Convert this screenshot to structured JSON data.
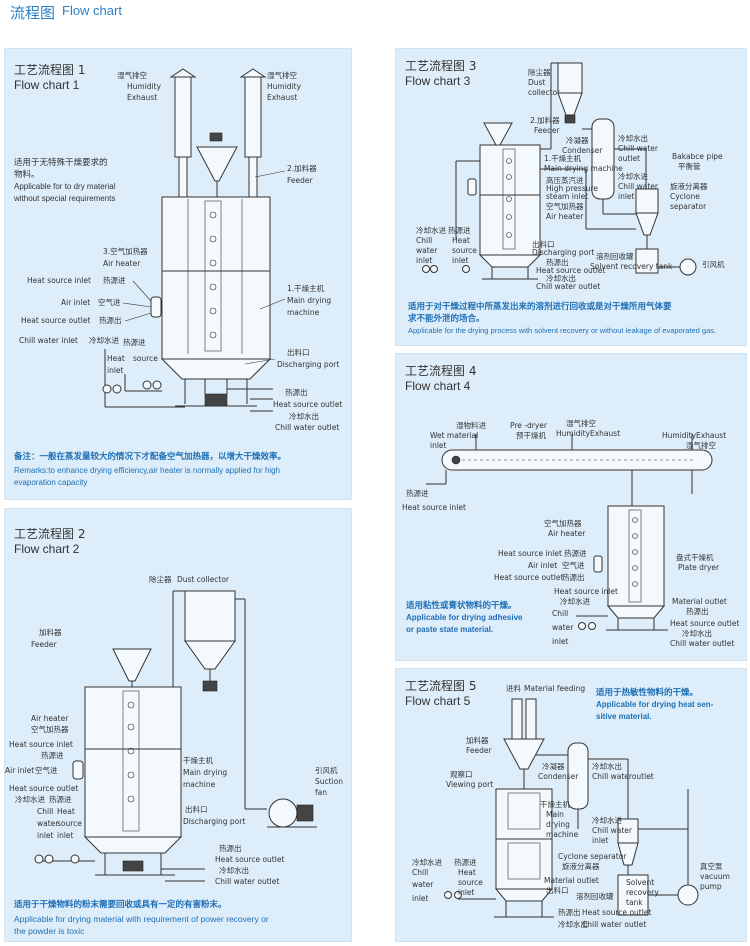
{
  "header": {
    "title_zh": "流程图",
    "title_en": "Flow chart"
  },
  "colors": {
    "accent": "#2a7fc4",
    "panel_bg": "#ddeefa",
    "note_text": "#1f6fb6"
  },
  "charts": [
    {
      "id": "p1",
      "title_zh": "工艺流程图 1",
      "title_en": "Flow chart 1",
      "labels": {
        "exhaust_left_zh": "湿气排空",
        "exhaust_left_en1": "Humidity",
        "exhaust_left_en2": "Exhaust",
        "exhaust_right_zh": "湿气排空",
        "exhaust_right_en1": "Humidity",
        "exhaust_right_en2": "Exhaust",
        "feeder_zh": "2.加料器",
        "feeder_en": "Feeder",
        "air_heater_zh": "3.空气加热器",
        "air_heater_en": "Air heater",
        "heat_in_en": "Heat source inlet",
        "heat_in_zh": "热源进",
        "air_in_en": "Air inlet",
        "air_in_zh": "空气进",
        "heat_out_en": "Heat source outlet",
        "heat_out_zh": "热源出",
        "chill_in_en": "Chill water inlet",
        "chill_in_zh": "冷却水进",
        "heat_in2_zh": "热源进",
        "heat_in2_en1": "Heat",
        "heat_in2_en2": "source",
        "heat_in2_en3": "inlet",
        "dryer_zh": "1.干燥主机",
        "dryer_en1": "Main drying",
        "dryer_en2": "machine",
        "discharge_zh": "出料口",
        "discharge_en": "Discharging port",
        "heat_out2_zh": "热源出",
        "heat_out2_en": "Heat source outlet",
        "chill_out_zh": "冷却水出",
        "chill_out_en": "Chill water outlet"
      },
      "desc_zh1": "适用于无特殊干燥要求的",
      "desc_zh2": "物料。",
      "desc_en1": "Applicable for to dry material",
      "desc_en2": "without special requirements",
      "remark_zh": "备注：一般在蒸发量较大的情况下才配备空气加热器，以增大干燥效率。",
      "remark_en1": "Remarks:to enhance drying efficiency,air heater is normally applied for high",
      "remark_en2": "evaporation capacity"
    },
    {
      "id": "p2",
      "title_zh": "工艺流程图 2",
      "title_en": "Flow chart 2",
      "labels": {
        "dust_zh": "除尘器",
        "dust_en": "Dust collector",
        "feeder_zh": "加料器",
        "feeder_en": "Feeder",
        "air_heater_en": "Air heater",
        "air_heater_zh": "空气加热器",
        "heat_in_en": "Heat source inlet",
        "heat_in_zh": "热源进",
        "air_in_en": "Air inlet",
        "air_in_zh": "空气进",
        "heat_out_en": "Heat source outlet",
        "heat_out_zh": "热源出",
        "chill_in_zh": "冷却水进",
        "heat_in2_zh": "热源进",
        "chill_en1": "Chill",
        "chill_en2": "water",
        "chill_en3": "inlet",
        "heat_en1": "Heat",
        "heat_en2": "source",
        "heat_en3": "inlet",
        "dryer_zh": "干燥主机",
        "dryer_en1": "Main drying",
        "dryer_en2": "machine",
        "discharge_zh": "出料口",
        "discharge_en": "Discharging port",
        "fan_zh": "引风机",
        "fan_en1": "Suction",
        "fan_en2": "fan",
        "heat_out2_zh": "热源出",
        "heat_out2_en": "Heat source outlet",
        "chill_out_zh": "冷却水出",
        "chill_out_en": "Chill water outlet"
      },
      "desc_zh": "适用于干燥物料的粉末需要回收或具有一定的有害粉末。",
      "desc_en1": "Applicable for drying material with requirement of power recovery or",
      "desc_en2": "the powder is toxic"
    },
    {
      "id": "p3",
      "title_zh": "工艺流程图 3",
      "title_en": "Flow chart 3",
      "labels": {
        "dust_zh": "除尘器",
        "dust_en1": "Dust",
        "dust_en2": "collector",
        "feeder_zh": "2.加料器",
        "feeder_en": "Feeder",
        "condenser_zh": "冷凝器",
        "condenser_en": "Condenser",
        "chill_out_zh": "冷却水出",
        "chill_out_en1": "Chill water",
        "chill_out_en2": "outlet",
        "dryer_zh": "1.干燥主机",
        "dryer_en": "Main drying machine",
        "steam_zh": "高压蒸汽进",
        "steam_en1": "High pressure",
        "steam_en2": "steam inlet",
        "air_heater_zh": "空气加热器",
        "air_heater_en": "Air heater",
        "bakabce_en1": "Bakabce pipe",
        "bakabce_zh": "平衡管",
        "chill_in_zh": "冷却水进",
        "chill_in_en1": "Chill water",
        "chill_in_en2": "inlet",
        "cyclone_zh": "旋液分离器",
        "cyclone_en1": "Cyclone",
        "cyclone_en2": "separator",
        "chill_in2_zh": "冷却水进",
        "chill_in2_en1": "Chill",
        "chill_in2_en2": "water",
        "chill_in2_en3": "inlet",
        "heat_in_zh": "热源进",
        "heat_in_en1": "Heat",
        "heat_in_en2": "source",
        "heat_in_en3": "inlet",
        "discharge_zh": "出料口",
        "discharge_en": "Discharging port",
        "heat_out_zh": "热源出",
        "heat_out_en": "Heat source outlet",
        "chill_out2_zh": "冷却水出",
        "chill_out2_en": "Chill water outlet",
        "tank_zh": "溶剂回收罐",
        "tank_en": "Solvent recovery tank",
        "fan_zh": "引风机"
      },
      "desc_zh1": "适用于对干燥过程中所蒸发出来的溶剂进行回收或是对干燥所用气体要",
      "desc_zh2": "求不能外泄的场合。",
      "desc_en": "Applicable for the drying process with solvent recovery or without leakage of evaporated gas."
    },
    {
      "id": "p4",
      "title_zh": "工艺流程图 4",
      "title_en": "Flow chart 4",
      "labels": {
        "wet_zh": "湿物料进",
        "wet_en1": "Wet material",
        "wet_en2": "inlet",
        "predryer_en": "Pre -dryer",
        "predryer_zh": "预干燥机",
        "exhaust_zh": "湿气排空",
        "exhaust_en": "HumidityExhaust",
        "exhaust2_en": "HumidityExhaust",
        "exhaust2_zh": "湿气排空",
        "heat_in_zh": "热源进",
        "heat_in_en": "Heat source inlet",
        "air_heater_zh": "空气加热器",
        "air_heater_en": "Air heater",
        "heat_in2_en": "Heat source inlet",
        "heat_in2_zh": "热源进",
        "air_in_en": "Air inlet",
        "air_in_zh": "空气进",
        "heat_out_en": "Heat source outlet",
        "heat_out_zh": "热源出",
        "plate_zh": "盘式干燥机",
        "plate_en": "Plate dryer",
        "heat_in3_en": "Heat source inlet",
        "chill_in_zh": "冷却水进",
        "chill_en1": "Chill",
        "chill_en2": "water",
        "chill_en3": "inlet",
        "mat_out_en": "Material outlet",
        "mat_out_zh": "热源出",
        "heat_out2_en": "Heat source outlet",
        "chill_out_zh": "冷却水出",
        "chill_out_en": "Chill water outlet"
      },
      "desc_zh": "适用粘性或膏状物料的干燥。",
      "desc_en1": "Applicable for drying adhesive",
      "desc_en2": "or paste state material."
    },
    {
      "id": "p5",
      "title_zh": "工艺流程图 5",
      "title_en": "Flow chart 5",
      "labels": {
        "feeding_zh": "进料",
        "feeding_en": "Material feeding",
        "feeder_zh": "加料器",
        "feeder_en": "Feeder",
        "condenser_zh": "冷凝器",
        "condenser_en": "Condenser",
        "chill_out_zh": "冷却水出",
        "chill_out_en": "Chill wateroutlet",
        "view_zh": "观察口",
        "view_en": "Viewing port",
        "dryer_zh": "干燥主机",
        "dryer_en1": "Main",
        "dryer_en2": "drying",
        "dryer_en3": "machine",
        "chill_in_zh": "冷却水进",
        "chill_in_en1": "Chill water",
        "chill_in_en2": "inlet",
        "cyclone_en": "Cyclone separator",
        "cyclone_zh": "旋液分离器",
        "vacuum_zh": "真空泵",
        "vacuum_en1": "vacuum",
        "vacuum_en2": "pump",
        "chill_in2_zh": "冷却水进",
        "chill_in2_en1": "Chill",
        "chill_in2_en2": "water",
        "chill_in2_en3": "inlet",
        "heat_in_zh": "热源进",
        "heat_in_en1": "Heat",
        "heat_in_en2": "source",
        "heat_in_en3": "inlet",
        "mat_out_en": "Material outlet",
        "mat_out_zh": "出料口",
        "tank_zh": "溶剂回收罐",
        "tank_en1": "Solvent",
        "tank_en2": "recovery",
        "tank_en3": "tank",
        "heat_out_zh": "热源出",
        "heat_out_en": "Heat source outlet",
        "chill_out2_zh": "冷却水出",
        "chill_out2_en": "Chill water outlet"
      },
      "desc_zh": "适用于热敏性物料的干燥。",
      "desc_en1": "Applicable for drying heat sen-",
      "desc_en2": "sitive material."
    }
  ]
}
